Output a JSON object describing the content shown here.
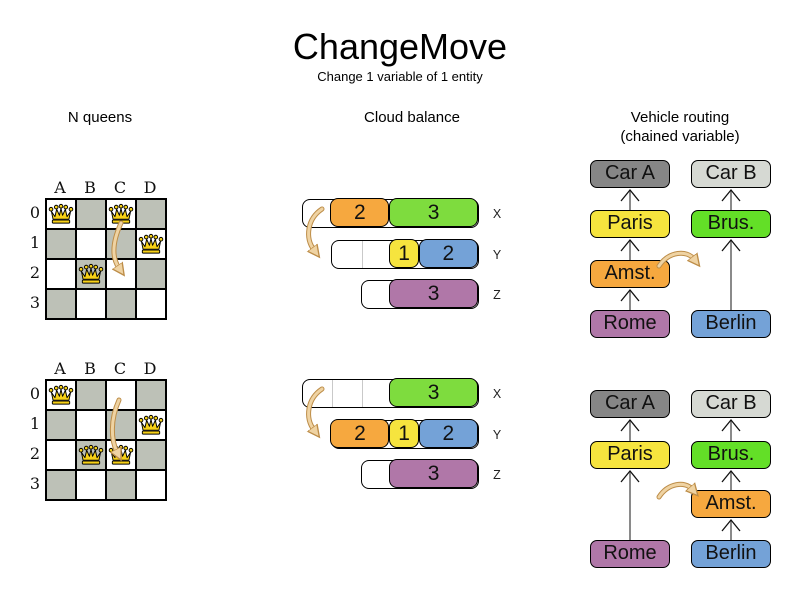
{
  "title": "ChangeMove",
  "subtitle": "Change 1 variable of 1 entity",
  "sections": {
    "nqueens": {
      "header": "N queens"
    },
    "cloud": {
      "header": "Cloud balance"
    },
    "vehicle": {
      "header": "Vehicle routing",
      "header2": "(chained variable)"
    }
  },
  "nqueens": {
    "col_labels": [
      "A",
      "B",
      "C",
      "D"
    ],
    "row_labels": [
      "0",
      "1",
      "2",
      "3"
    ],
    "boards": [
      {
        "state": "before",
        "queens": [
          "A0",
          "C0",
          "D1",
          "B2"
        ],
        "move": {
          "from": "C0",
          "to": "C2"
        }
      },
      {
        "state": "after",
        "queens": [
          "A0",
          "D1",
          "B2",
          "C2"
        ],
        "move": {
          "from": "C0",
          "to": "C2"
        }
      }
    ]
  },
  "cloud": {
    "states": [
      {
        "state": "before",
        "rows": [
          {
            "label": "X",
            "capacity": 6,
            "free": 1,
            "blocks": [
              {
                "value": 2,
                "color": "orange"
              },
              {
                "value": 3,
                "color": "green"
              }
            ]
          },
          {
            "label": "Y",
            "capacity": 5,
            "free": 2,
            "blocks": [
              {
                "value": 1,
                "color": "yellow"
              },
              {
                "value": 2,
                "color": "blue"
              }
            ]
          },
          {
            "label": "Z",
            "capacity": 4,
            "free": 1,
            "blocks": [
              {
                "value": 3,
                "color": "purple"
              }
            ]
          }
        ],
        "move": {
          "block": 2,
          "from": "X",
          "to": "Y"
        }
      },
      {
        "state": "after",
        "rows": [
          {
            "label": "X",
            "capacity": 6,
            "free": 3,
            "blocks": [
              {
                "value": 3,
                "color": "green"
              }
            ]
          },
          {
            "label": "Y",
            "capacity": 5,
            "free": 0,
            "blocks": [
              {
                "value": 2,
                "color": "orange"
              },
              {
                "value": 1,
                "color": "yellow"
              },
              {
                "value": 2,
                "color": "blue"
              }
            ]
          },
          {
            "label": "Z",
            "capacity": 4,
            "free": 1,
            "blocks": [
              {
                "value": 3,
                "color": "purple"
              }
            ]
          }
        ],
        "move": {
          "block": 2,
          "from": "X",
          "to": "Y"
        }
      }
    ]
  },
  "vehicle": {
    "states": [
      {
        "state": "before",
        "chains": [
          {
            "column": 0,
            "nodes": [
              {
                "label": "Rome",
                "color": "purple",
                "slot": 3
              },
              {
                "label": "Amst.",
                "color": "orange",
                "slot": 2
              },
              {
                "label": "Paris",
                "color": "yellow",
                "slot": 1
              },
              {
                "label": "Car A",
                "color": "car_dark",
                "slot": 0
              }
            ]
          },
          {
            "column": 1,
            "nodes": [
              {
                "label": "Berlin",
                "color": "blue",
                "slot": 3
              },
              {
                "label": "Brus.",
                "color": "routing_green",
                "slot": 1
              },
              {
                "label": "Car B",
                "color": "car_light",
                "slot": 0
              }
            ]
          }
        ],
        "move": {
          "node": "Amst.",
          "from": "chain Rome-Car A",
          "to": "chain Berlin-Car B"
        }
      },
      {
        "state": "after",
        "chains": [
          {
            "column": 0,
            "nodes": [
              {
                "label": "Rome",
                "color": "purple",
                "slot": 3
              },
              {
                "label": "Paris",
                "color": "yellow",
                "slot": 1
              },
              {
                "label": "Car A",
                "color": "car_dark",
                "slot": 0
              }
            ]
          },
          {
            "column": 1,
            "nodes": [
              {
                "label": "Berlin",
                "color": "blue",
                "slot": 3
              },
              {
                "label": "Amst.",
                "color": "orange",
                "slot": 2
              },
              {
                "label": "Brus.",
                "color": "routing_green",
                "slot": 1
              },
              {
                "label": "Car B",
                "color": "car_light",
                "slot": 0
              }
            ]
          }
        ],
        "move": {
          "node": "Amst.",
          "from": "chain Rome-Car A",
          "to": "chain Berlin-Car B"
        }
      }
    ]
  },
  "colors": {
    "orange": "#f6a83f",
    "green": "#7edc3e",
    "yellow": "#f6e43e",
    "blue": "#74a2d7",
    "purple": "#b077a8",
    "car_dark": "#868686",
    "car_light": "#d6d9d3",
    "routing_green": "#63df27",
    "board_dark": "#bdc1b7",
    "queen_gold": "#f7d117",
    "arrow_fill": "#efd3a3",
    "arrow_stroke": "#bd8d48"
  }
}
